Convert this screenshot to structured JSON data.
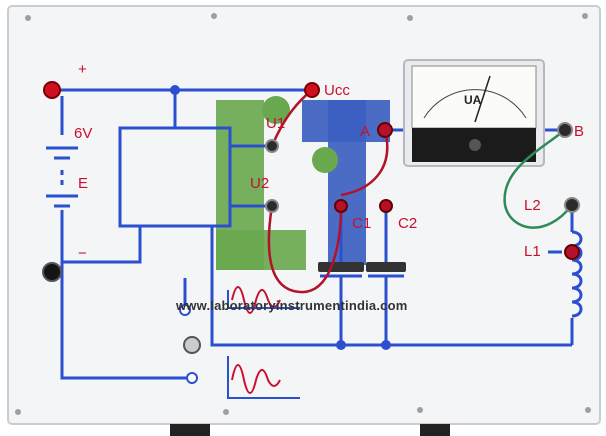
{
  "board": {
    "labels": {
      "plus": "+",
      "voltage": "6V",
      "source": "E",
      "minus": "−",
      "ucc": "Ucc",
      "u1": "U1",
      "u2": "U2",
      "a": "A",
      "b": "B",
      "c1": "C1",
      "c2": "C2",
      "l2": "L2",
      "l1": "L1"
    },
    "meter": {
      "unit": "UA"
    },
    "watermark": "www.laboratoryinstrumentindia.com"
  },
  "colors": {
    "panel": "#f4f5f6",
    "wire_blue": "#2a4fcf",
    "label_red": "#c8102e",
    "terminal_red": "#d0101e",
    "logo_green": "#6aa84f",
    "logo_blue": "#3b5fc0",
    "probe_green": "#2e8b57"
  },
  "icons": [
    "binding-post-icon",
    "ammeter-icon",
    "inductor-coil-icon",
    "capacitor-icon",
    "waveform-icon"
  ]
}
